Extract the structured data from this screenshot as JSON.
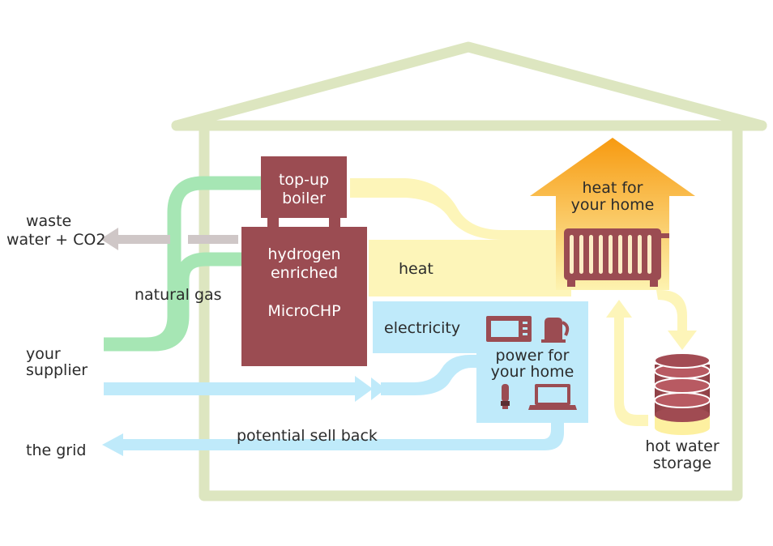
{
  "labels": {
    "waste_line1": "waste",
    "waste_line2": "water + CO2",
    "natural_gas": "natural gas",
    "your_supplier_line1": "your",
    "your_supplier_line2": "supplier",
    "the_grid": "the grid",
    "boiler_line1": "top-up",
    "boiler_line2": "boiler",
    "chp_line1": "hydrogen",
    "chp_line2": "enriched",
    "chp_line3": "MicroCHP",
    "heat": "heat",
    "electricity": "electricity",
    "heat_home_line1": "heat for",
    "heat_home_line2": "your home",
    "power_home_line1": "power for",
    "power_home_line2": "your home",
    "sell_back": "potential sell back",
    "storage_line1": "hot water",
    "storage_line2": "storage"
  },
  "colors": {
    "house_outline": "#dde6c0",
    "gas_green": "#a6e6b4",
    "waste_grey": "#cfc7c7",
    "heat_yellow": "#fdf5b9",
    "electric_blue": "#bfeafa",
    "unit_maroon": "#9b4c52",
    "arrow_orange": "#f7a21b",
    "arrow_yellow": "#fce07a"
  },
  "icons": [
    "radiator-icon",
    "microwave-icon",
    "kettle-icon",
    "light-bulb-icon",
    "laptop-icon",
    "hot-water-tank-icon"
  ]
}
